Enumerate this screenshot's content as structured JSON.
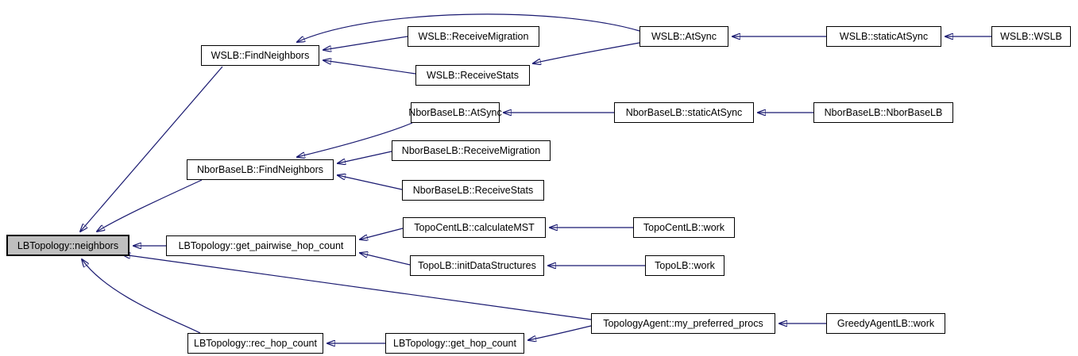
{
  "graph": {
    "type": "call-graph",
    "root": "LBTopology::neighbors",
    "colors": {
      "edge": "#191970",
      "node_fill": "#ffffff",
      "node_border": "#000000",
      "root_fill": "#bfbfbf",
      "background": "#ffffff",
      "text": "#000000"
    },
    "nodes": [
      {
        "id": "lbtopology_neighbors",
        "label": "LBTopology::neighbors",
        "root": true
      },
      {
        "id": "lbtopology_get_pairwise_hop_count",
        "label": "LBTopology::get_pairwise_hop_count"
      },
      {
        "id": "wslb_findneighbors",
        "label": "WSLB::FindNeighbors"
      },
      {
        "id": "wslb_receivemigration",
        "label": "WSLB::ReceiveMigration"
      },
      {
        "id": "wslb_receivestats",
        "label": "WSLB::ReceiveStats"
      },
      {
        "id": "wslb_atsync",
        "label": "WSLB::AtSync"
      },
      {
        "id": "wslb_staticatsync",
        "label": "WSLB::staticAtSync"
      },
      {
        "id": "wslb_wslb",
        "label": "WSLB::WSLB"
      },
      {
        "id": "nborbaselb_atsync",
        "label": "NborBaseLB::AtSync"
      },
      {
        "id": "nborbaselb_staticatsync",
        "label": "NborBaseLB::staticAtSync"
      },
      {
        "id": "nborbaselb_nborbaselb",
        "label": "NborBaseLB::NborBaseLB"
      },
      {
        "id": "nborbaselb_findneighbors",
        "label": "NborBaseLB::FindNeighbors"
      },
      {
        "id": "nborbaselb_receivemigration",
        "label": "NborBaseLB::ReceiveMigration"
      },
      {
        "id": "nborbaselb_receivestats",
        "label": "NborBaseLB::ReceiveStats"
      },
      {
        "id": "topocentlb_calculatemst",
        "label": "TopoCentLB::calculateMST"
      },
      {
        "id": "topocentlb_work",
        "label": "TopoCentLB::work"
      },
      {
        "id": "topolb_initdatastructures",
        "label": "TopoLB::initDataStructures"
      },
      {
        "id": "topolb_work",
        "label": "TopoLB::work"
      },
      {
        "id": "topologyagent_my_preferred_procs",
        "label": "TopologyAgent::my_preferred_procs"
      },
      {
        "id": "greedyagentlb_work",
        "label": "GreedyAgentLB::work"
      },
      {
        "id": "lbtopology_rec_hop_count",
        "label": "LBTopology::rec_hop_count"
      },
      {
        "id": "lbtopology_get_hop_count",
        "label": "LBTopology::get_hop_count"
      }
    ],
    "edges": [
      {
        "from": "lbtopology_get_pairwise_hop_count",
        "to": "lbtopology_neighbors"
      },
      {
        "from": "wslb_findneighbors",
        "to": "lbtopology_neighbors"
      },
      {
        "from": "nborbaselb_findneighbors",
        "to": "lbtopology_neighbors"
      },
      {
        "from": "topologyagent_my_preferred_procs",
        "to": "lbtopology_neighbors"
      },
      {
        "from": "lbtopology_rec_hop_count",
        "to": "lbtopology_neighbors"
      },
      {
        "from": "wslb_receivemigration",
        "to": "wslb_findneighbors"
      },
      {
        "from": "wslb_receivestats",
        "to": "wslb_findneighbors"
      },
      {
        "from": "wslb_atsync",
        "to": "wslb_findneighbors"
      },
      {
        "from": "wslb_atsync",
        "to": "wslb_receivestats"
      },
      {
        "from": "wslb_staticatsync",
        "to": "wslb_atsync"
      },
      {
        "from": "wslb_wslb",
        "to": "wslb_staticatsync"
      },
      {
        "from": "nborbaselb_atsync",
        "to": "nborbaselb_findneighbors"
      },
      {
        "from": "nborbaselb_staticatsync",
        "to": "nborbaselb_atsync"
      },
      {
        "from": "nborbaselb_nborbaselb",
        "to": "nborbaselb_staticatsync"
      },
      {
        "from": "nborbaselb_receivemigration",
        "to": "nborbaselb_findneighbors"
      },
      {
        "from": "nborbaselb_receivestats",
        "to": "nborbaselb_findneighbors"
      },
      {
        "from": "topocentlb_calculatemst",
        "to": "lbtopology_get_pairwise_hop_count"
      },
      {
        "from": "topolb_initdatastructures",
        "to": "lbtopology_get_pairwise_hop_count"
      },
      {
        "from": "topocentlb_work",
        "to": "topocentlb_calculatemst"
      },
      {
        "from": "topolb_work",
        "to": "topolb_initdatastructures"
      },
      {
        "from": "greedyagentlb_work",
        "to": "topologyagent_my_preferred_procs"
      },
      {
        "from": "lbtopology_get_hop_count",
        "to": "lbtopology_rec_hop_count"
      },
      {
        "from": "topologyagent_my_preferred_procs",
        "to": "lbtopology_get_hop_count"
      }
    ]
  }
}
